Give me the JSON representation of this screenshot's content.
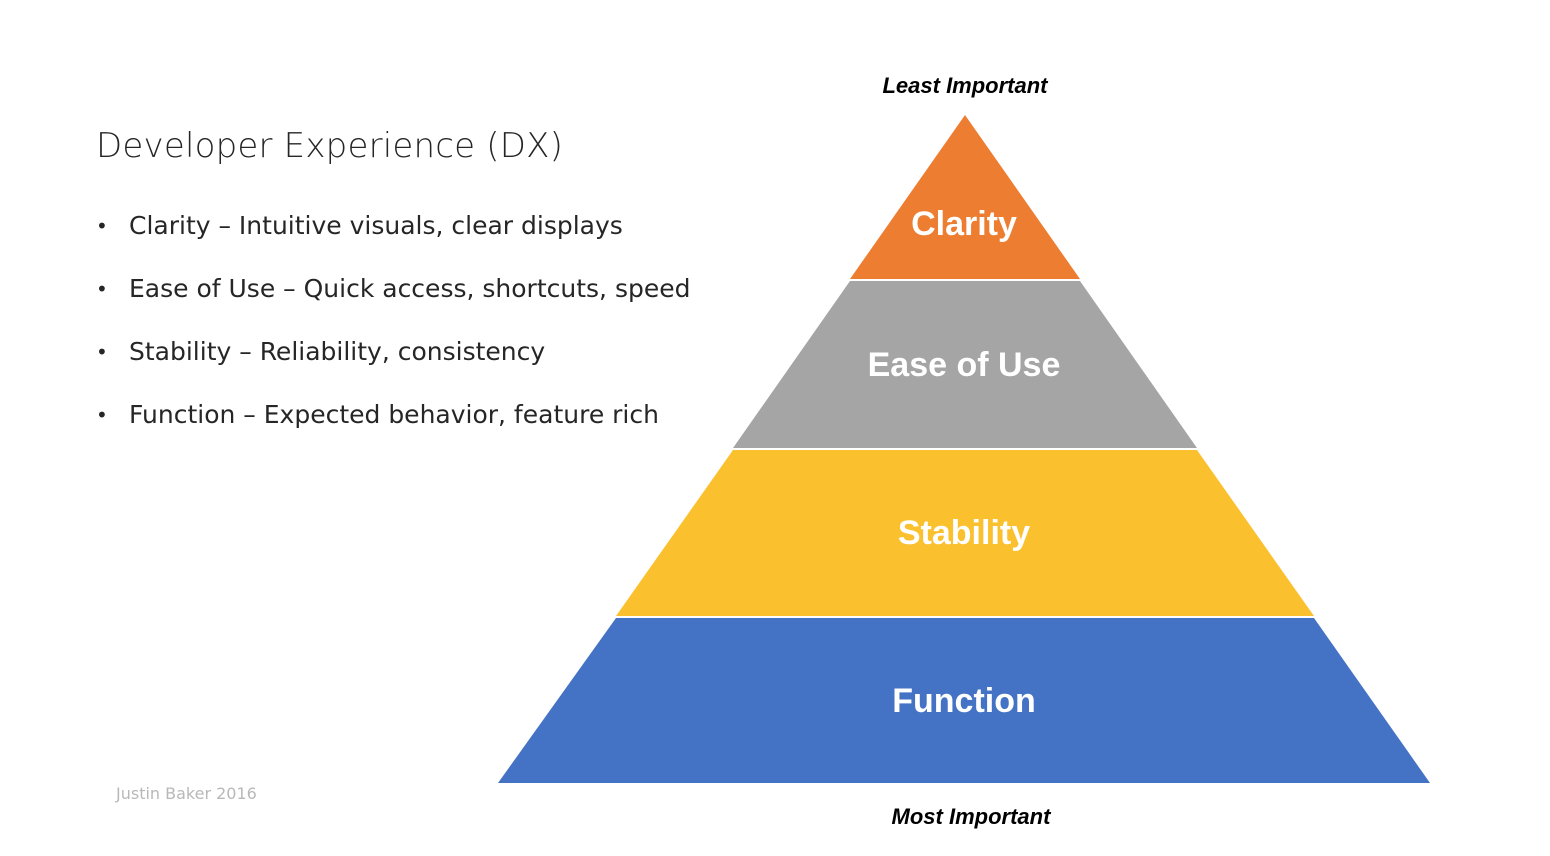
{
  "slide": {
    "title": "Developer Experience (DX)",
    "bullet_symbol": "•",
    "bullets": [
      "Clarity – Intuitive visuals, clear displays",
      "Ease of Use – Quick access, shortcuts, speed",
      "Stability – Reliability, consistency",
      "Function – Expected behavior, feature rich"
    ],
    "credit": "Justin Baker 2016"
  },
  "pyramid": {
    "top_label": "Least Important",
    "bottom_label": "Most Important",
    "tiers": [
      {
        "label": "Clarity",
        "color": "#ED7D31"
      },
      {
        "label": "Ease of Use",
        "color": "#A5A5A5"
      },
      {
        "label": "Stability",
        "color": "#FBC02D"
      },
      {
        "label": "Function",
        "color": "#4472C4"
      }
    ]
  }
}
